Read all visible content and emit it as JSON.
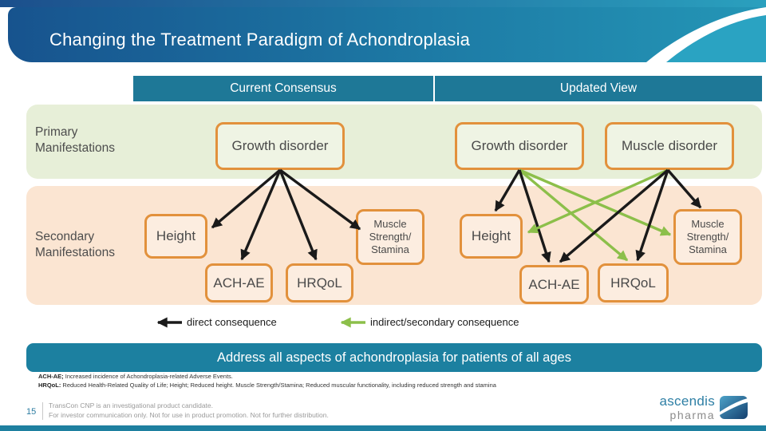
{
  "header": {
    "title": "Changing the Treatment Paradigm of Achondroplasia"
  },
  "columns": {
    "left_label": "Current Consensus",
    "right_label": "Updated View"
  },
  "row_labels": {
    "primary": "Primary Manifestations",
    "secondary": "Secondary Manifestations"
  },
  "boxes": {
    "growth_left": "Growth disorder",
    "growth_right": "Growth disorder",
    "muscle_disorder": "Muscle disorder",
    "height_left": "Height",
    "achae_left": "ACH-AE",
    "hrqol_left": "HRQoL",
    "muscle_strength_left": "Muscle Strength/ Stamina",
    "height_right": "Height",
    "achae_right": "ACH-AE",
    "hrqol_right": "HRQoL",
    "muscle_strength_right": "Muscle Strength/ Stamina"
  },
  "legend": {
    "direct": "direct consequence",
    "indirect": "indirect/secondary consequence"
  },
  "banner": {
    "text": "Address all aspects of achondroplasia for patients of all ages"
  },
  "footnotes": {
    "term1": "ACH-AE;",
    "text1": "Increased incidence of Achondroplasia-related Adverse Events.",
    "term2": "HRQoL:",
    "text2": "Reduced Health-Related Quality of Life; Height; Reduced height. Muscle Strength/Stamina; Reduced muscular functionality, including reduced strength and stamina"
  },
  "footer": {
    "page_number": "15",
    "line1": "TransCon CNP is an investigational product candidate.",
    "line2": "For investor communication only. Not for use in product promotion. Not for further distribution."
  },
  "logo": {
    "brand": "ascendis",
    "brand_sub": "pharma"
  },
  "colors": {
    "header_gradient_start": "#17538e",
    "header_gradient_end": "#2496b6",
    "column_bar": "#1e7897",
    "primary_band": "#e7efd8",
    "secondary_band": "#fbe5d2",
    "box_border": "#e2913c",
    "direct_arrow": "#1a1a1a",
    "indirect_arrow": "#8cbf4a",
    "banner": "#1c80a0"
  },
  "connections": {
    "current_consensus": [
      {
        "from": "Growth disorder",
        "to": "Height",
        "type": "direct"
      },
      {
        "from": "Growth disorder",
        "to": "ACH-AE",
        "type": "direct"
      },
      {
        "from": "Growth disorder",
        "to": "HRQoL",
        "type": "direct"
      },
      {
        "from": "Growth disorder",
        "to": "Muscle Strength/Stamina",
        "type": "direct"
      }
    ],
    "updated_view": [
      {
        "from": "Growth disorder",
        "to": "Height",
        "type": "direct"
      },
      {
        "from": "Growth disorder",
        "to": "ACH-AE",
        "type": "direct"
      },
      {
        "from": "Growth disorder",
        "to": "HRQoL",
        "type": "indirect"
      },
      {
        "from": "Growth disorder",
        "to": "Muscle Strength/Stamina",
        "type": "indirect"
      },
      {
        "from": "Muscle disorder",
        "to": "Muscle Strength/Stamina",
        "type": "direct"
      },
      {
        "from": "Muscle disorder",
        "to": "HRQoL",
        "type": "direct"
      },
      {
        "from": "Muscle disorder",
        "to": "ACH-AE",
        "type": "direct"
      },
      {
        "from": "Muscle disorder",
        "to": "Height",
        "type": "indirect"
      }
    ]
  }
}
